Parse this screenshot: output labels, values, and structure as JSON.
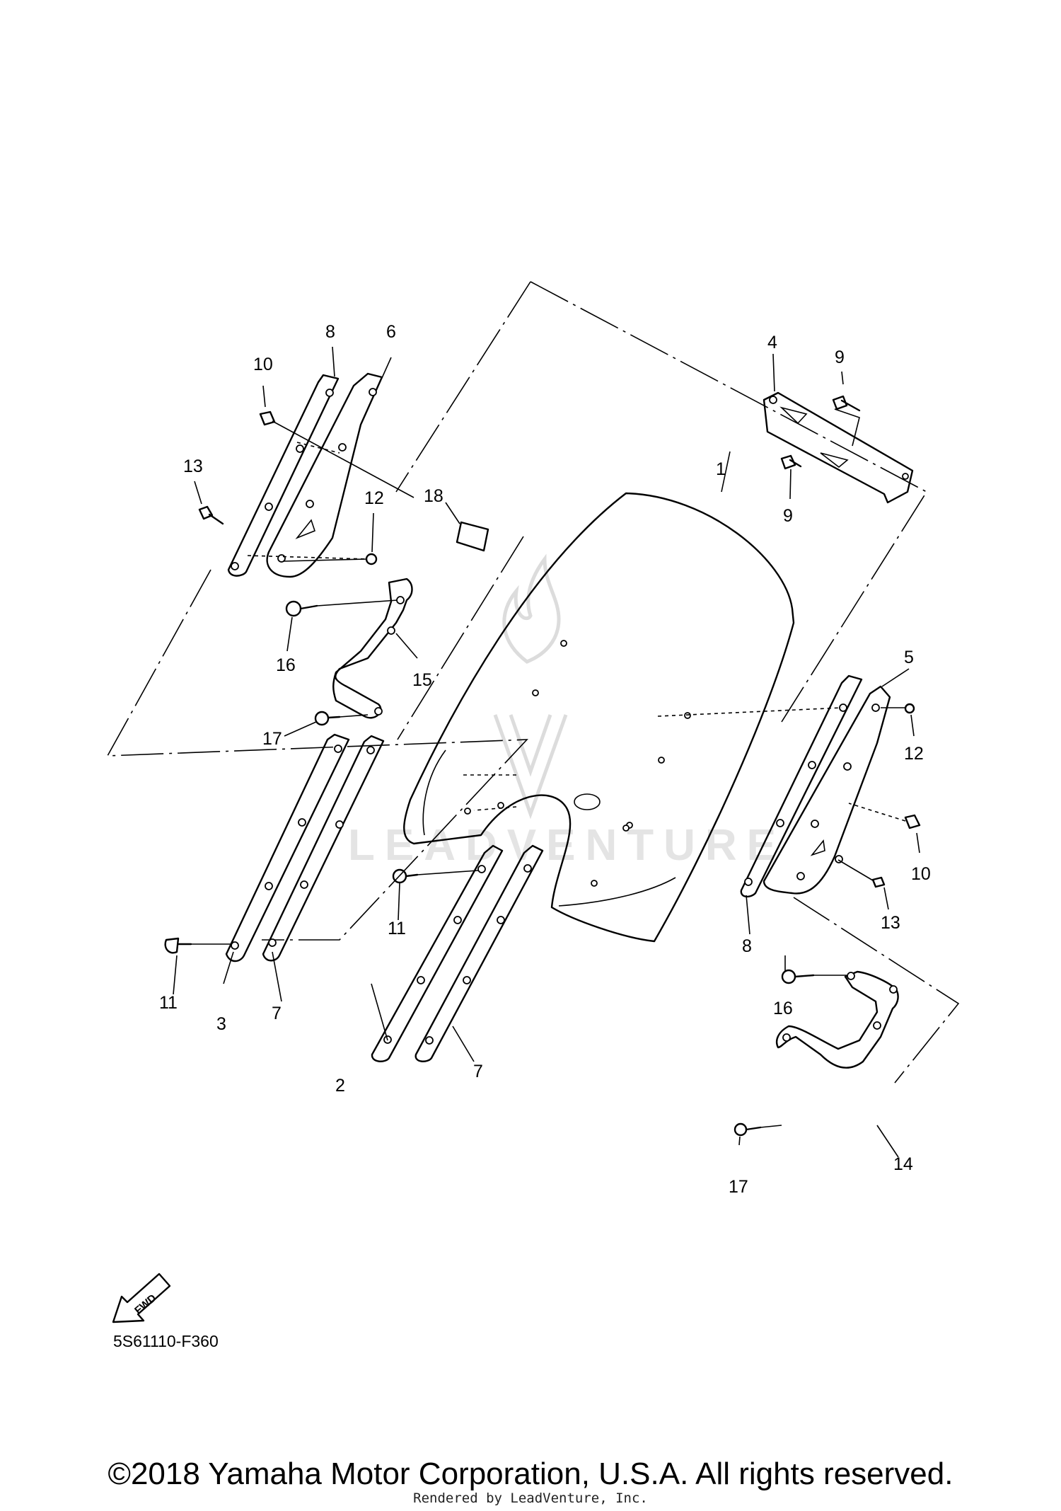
{
  "diagram": {
    "callouts": [
      {
        "id": "c1",
        "label": "1"
      },
      {
        "id": "c2",
        "label": "2"
      },
      {
        "id": "c3",
        "label": "3"
      },
      {
        "id": "c4",
        "label": "4"
      },
      {
        "id": "c5",
        "label": "5"
      },
      {
        "id": "c6",
        "label": "6"
      },
      {
        "id": "c7a",
        "label": "7"
      },
      {
        "id": "c7b",
        "label": "7"
      },
      {
        "id": "c8a",
        "label": "8"
      },
      {
        "id": "c8b",
        "label": "8"
      },
      {
        "id": "c9a",
        "label": "9"
      },
      {
        "id": "c9b",
        "label": "9"
      },
      {
        "id": "c10a",
        "label": "10"
      },
      {
        "id": "c10b",
        "label": "10"
      },
      {
        "id": "c11a",
        "label": "11"
      },
      {
        "id": "c11b",
        "label": "11"
      },
      {
        "id": "c12a",
        "label": "12"
      },
      {
        "id": "c12b",
        "label": "12"
      },
      {
        "id": "c13a",
        "label": "13"
      },
      {
        "id": "c13b",
        "label": "13"
      },
      {
        "id": "c14",
        "label": "14"
      },
      {
        "id": "c15",
        "label": "15"
      },
      {
        "id": "c16a",
        "label": "16"
      },
      {
        "id": "c16b",
        "label": "16"
      },
      {
        "id": "c17a",
        "label": "17"
      },
      {
        "id": "c17b",
        "label": "17"
      },
      {
        "id": "c18",
        "label": "18"
      }
    ],
    "fwd_label": "FWD",
    "diagram_code": "5S61110-F360"
  },
  "watermark": {
    "text": "LEADVENTURE"
  },
  "footer": {
    "copyright": "©2018 Yamaha Motor Corporation, U.S.A. All rights reserved.",
    "rendered_by": "Rendered by LeadVenture, Inc."
  }
}
